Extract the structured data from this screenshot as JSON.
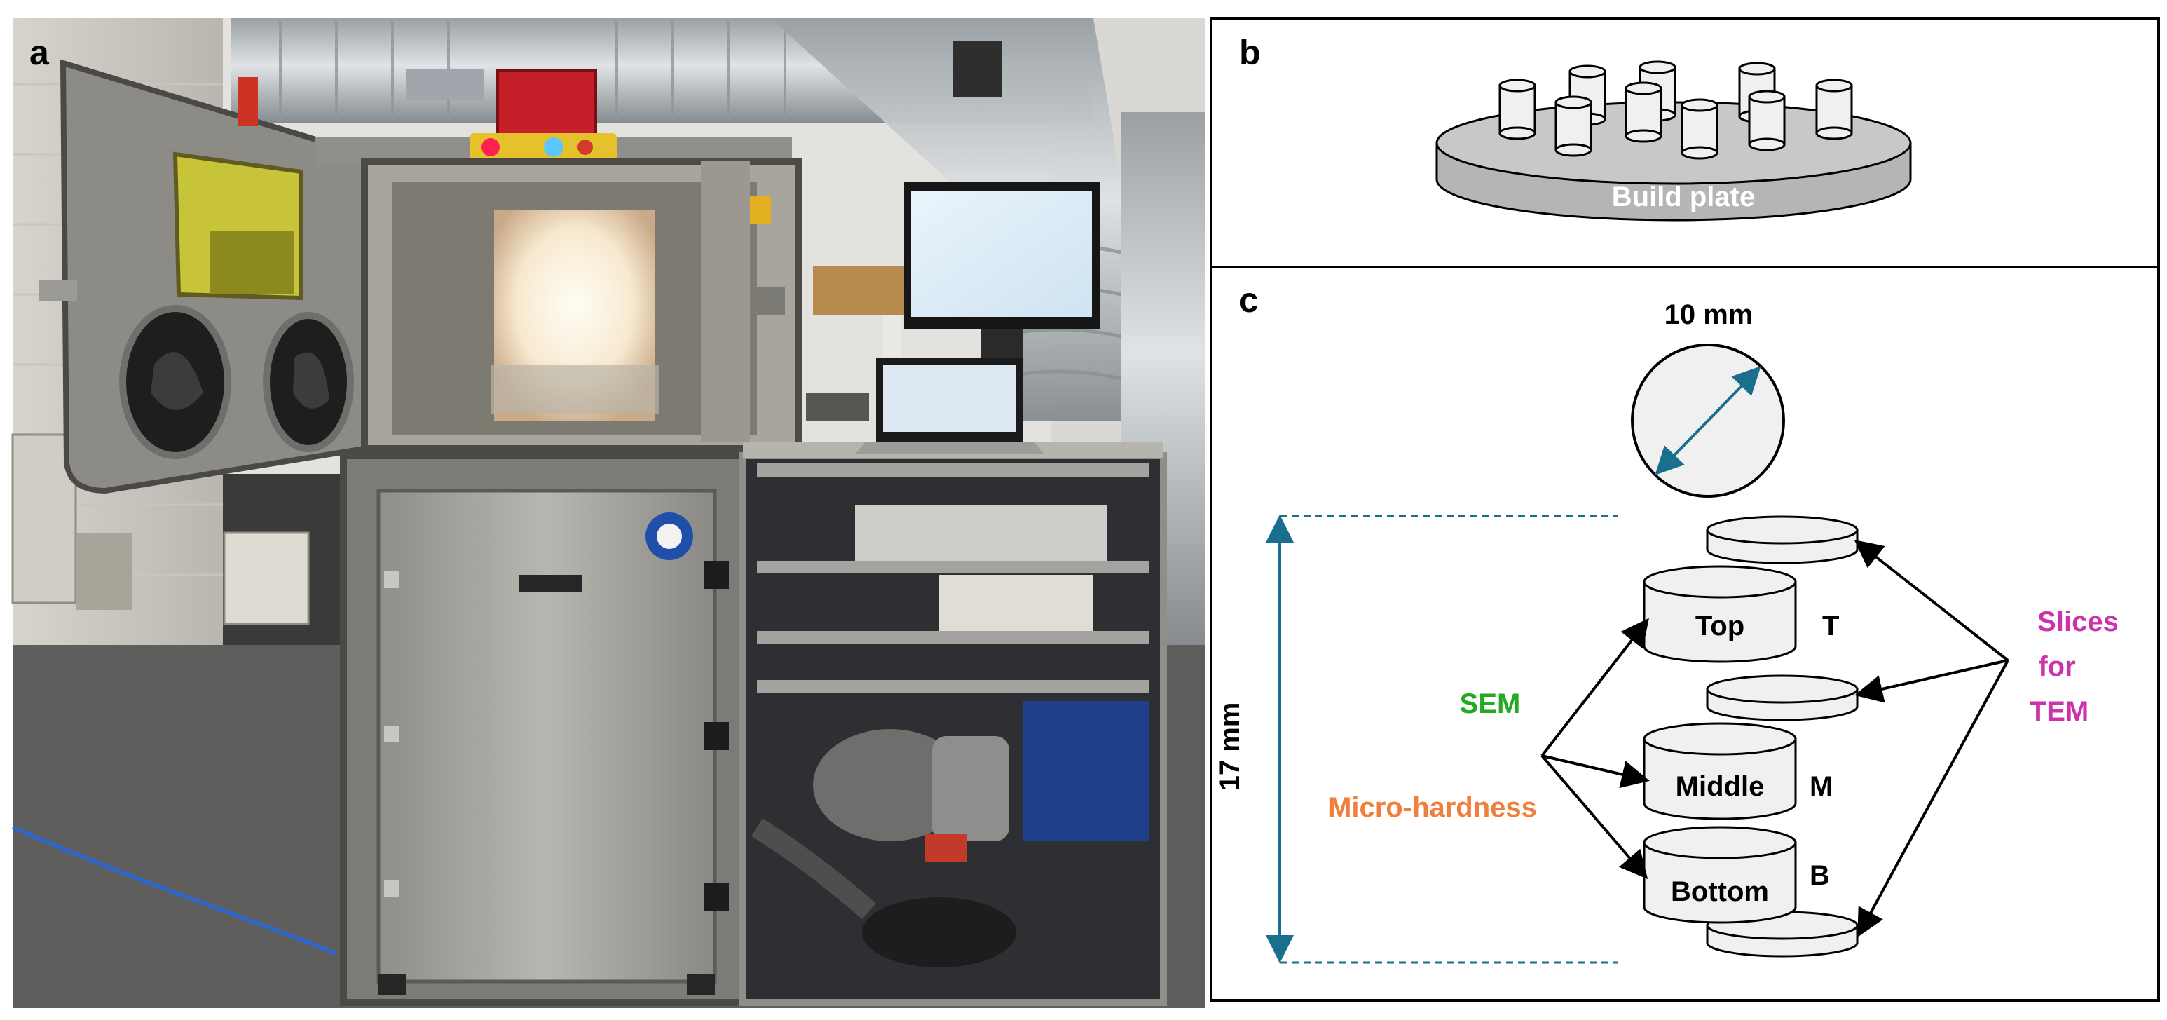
{
  "panels": {
    "a": {
      "letter": "a"
    },
    "b": {
      "letter": "b",
      "build_plate_label": "Build plate"
    },
    "c": {
      "letter": "c",
      "diameter_label": "10 mm",
      "height_label": "17 mm",
      "sample_labels": {
        "top": "Top",
        "middle": "Middle",
        "bottom": "Bottom"
      },
      "side_letters": {
        "top": "T",
        "middle": "M",
        "bottom": "B"
      },
      "technique_labels": {
        "sem": "SEM",
        "microhardness": "Micro-hardness",
        "tem_line1": "Slices",
        "tem_line2": "for",
        "tem_line3": "TEM"
      }
    }
  },
  "colors": {
    "sem": "#22aa22",
    "microhardness": "#f07f3c",
    "tem": "#cc33aa",
    "dimension": "#1a6e8e",
    "sample_fill": "#f0f0f0",
    "plate_fill": "#c8c8c8"
  }
}
